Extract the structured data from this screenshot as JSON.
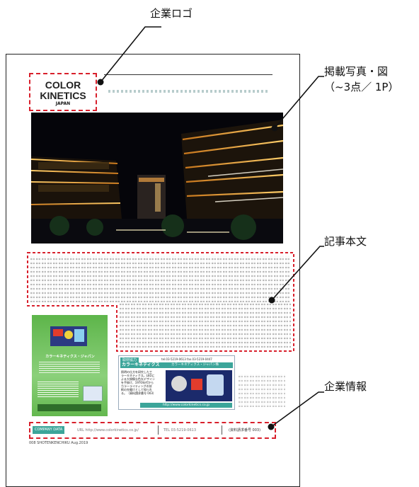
{
  "callouts": {
    "logo": "企業ロゴ",
    "photo_line1": "掲載写真・図",
    "photo_line2": "（~3点／ 1P）",
    "body": "記事本文",
    "company_info": "企業情報"
  },
  "logo": {
    "line1": "COLOR",
    "line2": "KINETICS",
    "line3": "JAPAN"
  },
  "ad": {
    "caption": "カラーキネティクス・ジャパン",
    "url_hint": "http://www.colorkinetics.co.jp"
  },
  "article_box": {
    "badge": "取材協力",
    "tel": "tel.03-5219-0613 fax.03-5219-0447",
    "company": "カラーキネティクス",
    "company_sub": "カラーキネティクス・ジャパン株",
    "body_lines": [
      "照明の仕方を研究した工",
      "ラーキネティクス。LEDに",
      "よる大規模な色光デザイン",
      "を手掛け、1970年代から",
      "カラーライティングの技",
      "術の先駆けとして知られ",
      "る。（資料請求番号 003）"
    ],
    "url": "http://www.colorkinetics.co.jp"
  },
  "footer": {
    "label": "COMPANY DATA",
    "url": "URL  http://www.colorkinetics.co.jp/",
    "tel": "TEL  03-5219-0613",
    "ref": "(資料請求番号 003)"
  },
  "page_footer": "008  SHOTENKENCHIKU  Aug.2019",
  "colors": {
    "accent_red": "#d8202c",
    "teal": "#3ca59a",
    "ad_green": "#5db54a"
  }
}
